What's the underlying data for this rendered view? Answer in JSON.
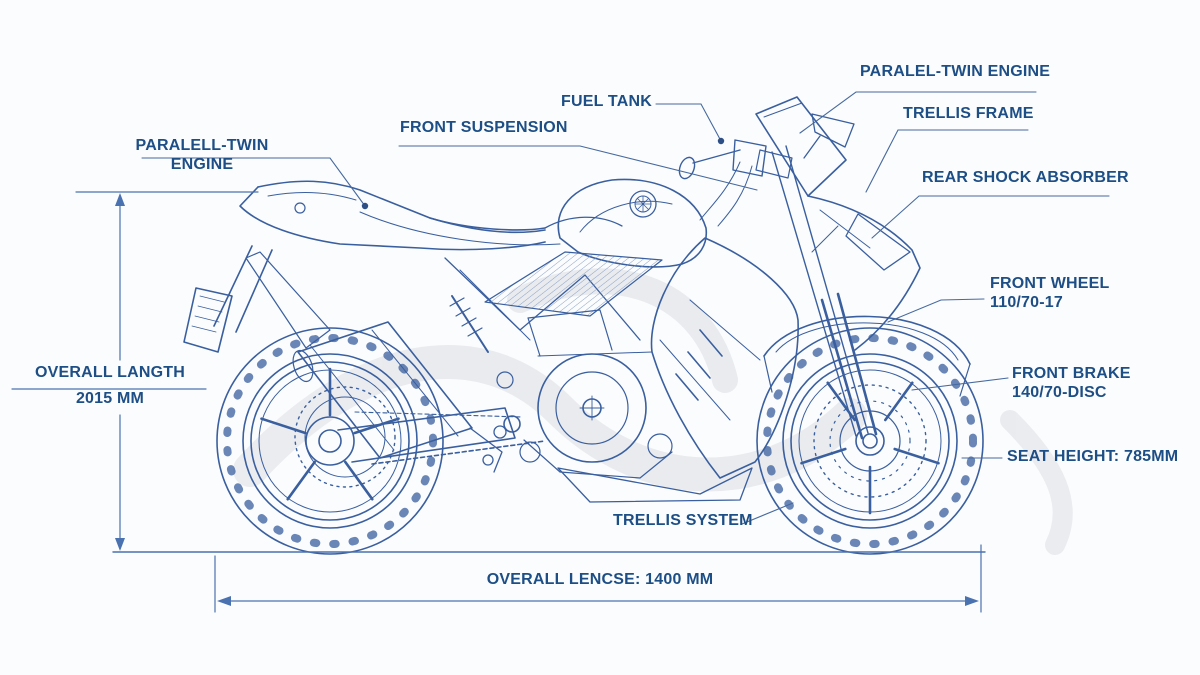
{
  "diagram": {
    "type": "motorcycle-blueprint",
    "colors": {
      "line": "#3a5f9f",
      "detail_line": "#4a6fae",
      "text": "#1d4e85",
      "dimension": "#4a72b0",
      "background": "#fbfcfd",
      "watermark": "#e2e5ea"
    },
    "labels": {
      "engine_top": "PARALEL-TWIN ENGINE",
      "trellis_frame": "TRELLIS FRAME",
      "rear_shock": "REAR SHOCK ABSORBER",
      "fuel_tank": "FUEL TANK",
      "front_suspension": "FRONT SUSPENSION",
      "engine_left_line1": "PARALELL-TWIN",
      "engine_left_line2": "ENGINE",
      "front_wheel_line1": "FRONT WHEEL",
      "front_wheel_line2": "110/70-17",
      "front_brake_line1": "FRONT BRAKE",
      "front_brake_line2": "140/70-DISC",
      "seat_height": "SEAT HEIGHT: 785MM",
      "trellis_system": "TRELLIS SYSTEM"
    },
    "dimensions": {
      "overall_height_line1": "OVERALL LANGTH",
      "overall_height_line2": "2015 MM",
      "overall_length": "OVERALL LENCSE: 1400 MM"
    }
  }
}
